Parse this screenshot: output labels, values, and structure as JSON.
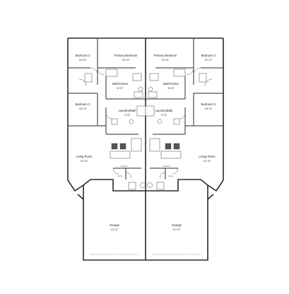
{
  "plan": {
    "rooms": [
      {
        "key": "bed2_left",
        "name": "Bedroom 2",
        "area": "104 SF"
      },
      {
        "key": "primary_left",
        "name": "Primary Bedroom",
        "area": "150 SF"
      },
      {
        "key": "primary_right",
        "name": "Primary Bedroom",
        "area": "150 SF"
      },
      {
        "key": "bed2_right",
        "name": "Bedroom 2",
        "area": "104 SF"
      },
      {
        "key": "bath_left",
        "name": "Bath/Closet",
        "area": "90 SF"
      },
      {
        "key": "bath_right",
        "name": "Bath/Closet",
        "area": "90 SF"
      },
      {
        "key": "bed3_left",
        "name": "Bedroom 3",
        "area": "106 SF"
      },
      {
        "key": "bed3_right",
        "name": "Bedroom 3",
        "area": "106 SF"
      },
      {
        "key": "laundry_left",
        "name": "Laundry/Bath",
        "area": "72 SF"
      },
      {
        "key": "laundry_right",
        "name": "Laundry/Bath",
        "area": "72 SF"
      },
      {
        "key": "living_left",
        "name": "Living Room",
        "area": "441 SF"
      },
      {
        "key": "living_right",
        "name": "Living Room",
        "area": "441 SF"
      },
      {
        "key": "garage_left",
        "name": "Garage",
        "area": "412 SF"
      },
      {
        "key": "garage_right",
        "name": "Garage",
        "area": "421 SF"
      }
    ],
    "small_labels": {
      "kitchen_left": "Kitchen",
      "kitchen_right": "Kitchen",
      "entry_left": "Entry",
      "entry_right": "Entry"
    }
  }
}
